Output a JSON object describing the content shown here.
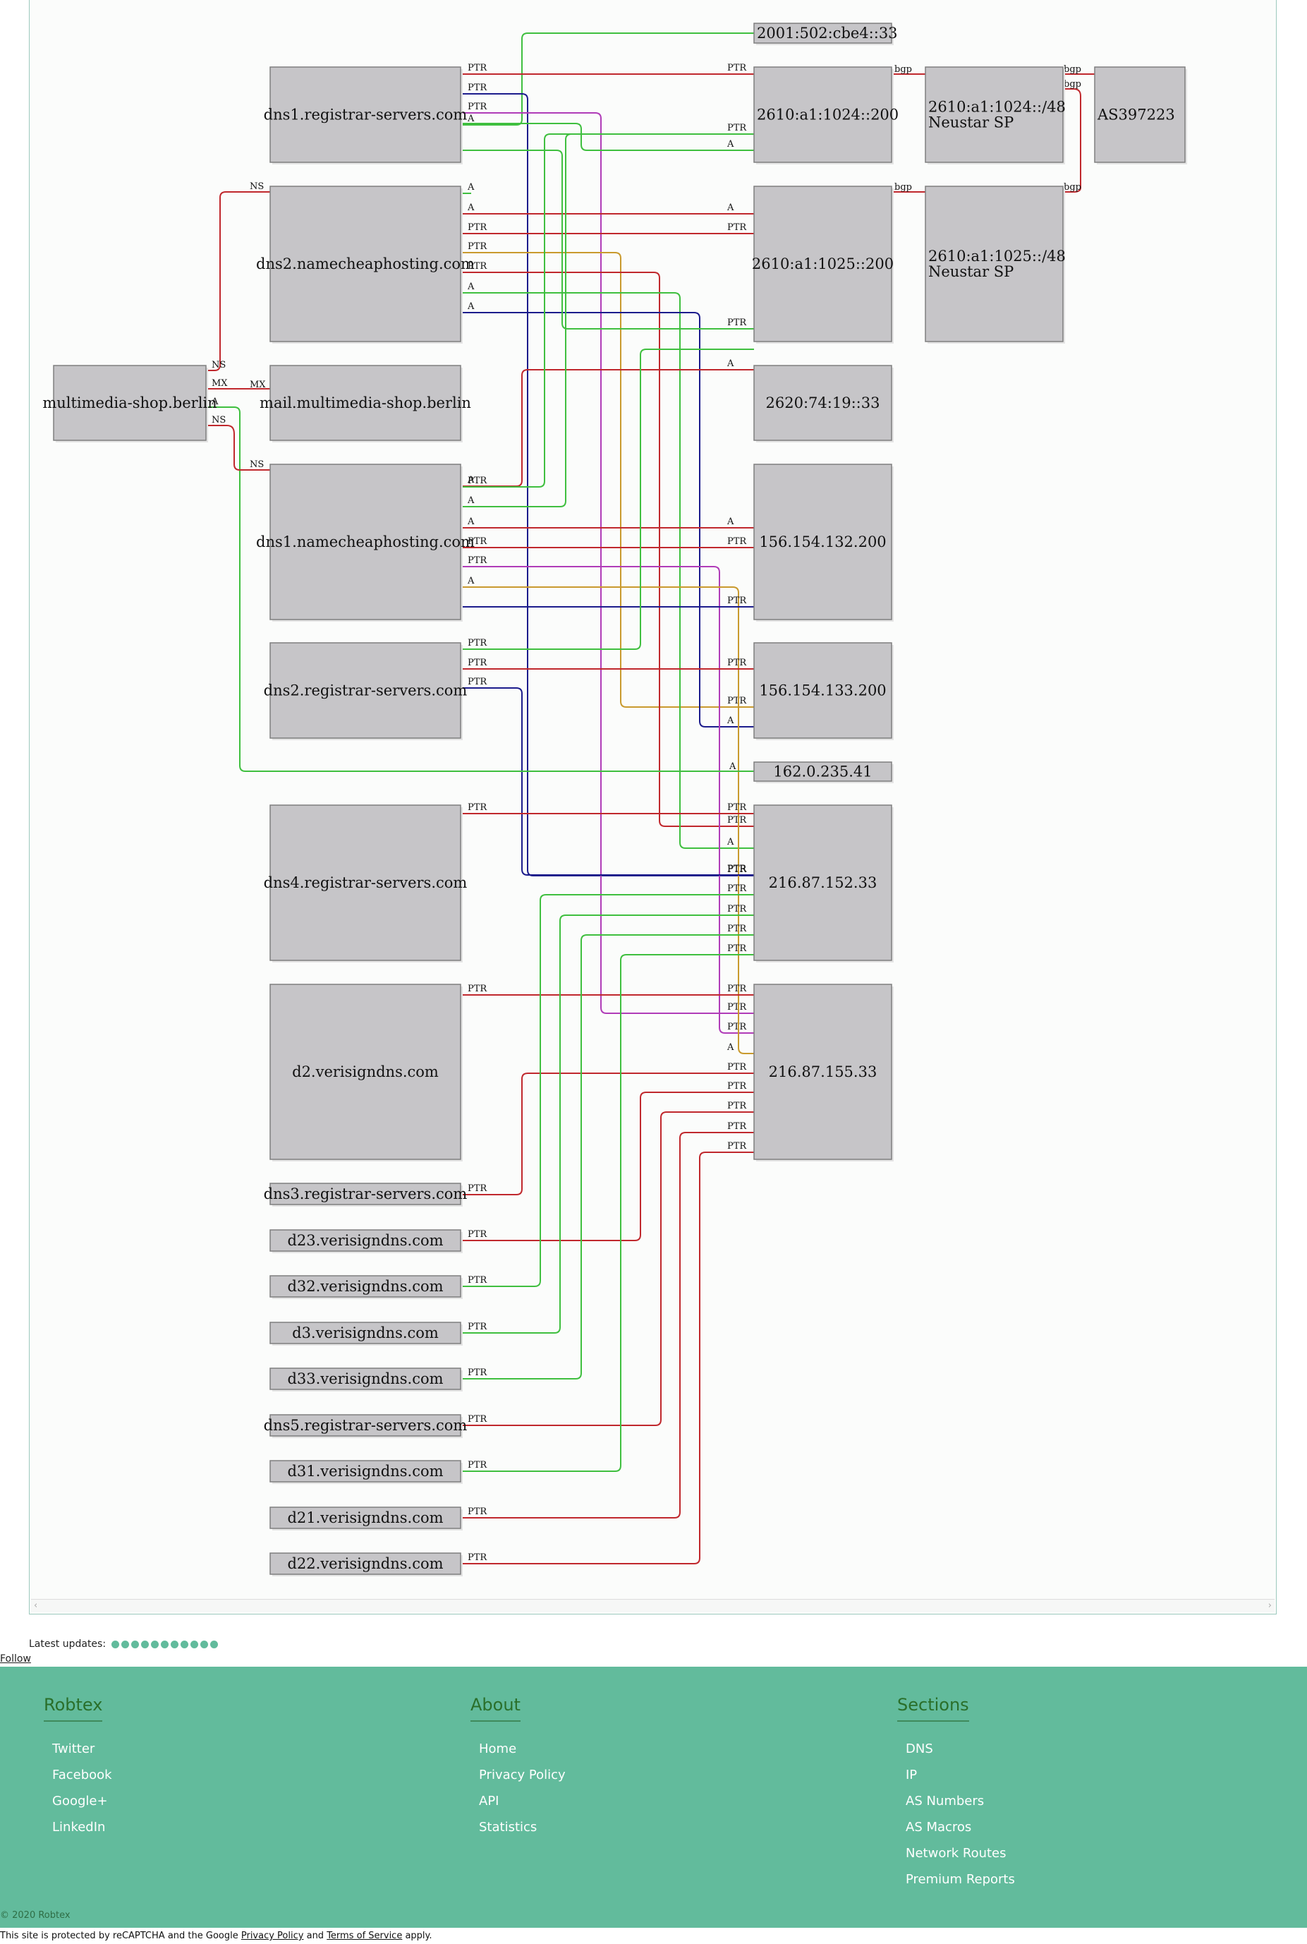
{
  "graph": {
    "nodes": [
      {
        "id": "n-2001",
        "label": "2001:502:cbe4::33"
      },
      {
        "id": "n-dns1rs",
        "label": "dns1.registrar-servers.com"
      },
      {
        "id": "n-2610-1024-200",
        "label": "2610:a1:1024::200"
      },
      {
        "id": "n-2610-1024-48",
        "label": "2610:a1:1024::/48",
        "sub": "Neustar SP"
      },
      {
        "id": "n-as",
        "label": "AS397223"
      },
      {
        "id": "n-dns2nc",
        "label": "dns2.namecheaphosting.com"
      },
      {
        "id": "n-2610-1025-200",
        "label": "2610:a1:1025::200"
      },
      {
        "id": "n-2610-1025-48",
        "label": "2610:a1:1025::/48",
        "sub": "Neustar SP"
      },
      {
        "id": "n-ms",
        "label": "multimedia-shop.berlin"
      },
      {
        "id": "n-mail",
        "label": "mail.multimedia-shop.berlin"
      },
      {
        "id": "n-2620",
        "label": "2620:74:19::33"
      },
      {
        "id": "n-dns1nc",
        "label": "dns1.namecheaphosting.com"
      },
      {
        "id": "n-156-132",
        "label": "156.154.132.200"
      },
      {
        "id": "n-dns2rs",
        "label": "dns2.registrar-servers.com"
      },
      {
        "id": "n-156-133",
        "label": "156.154.133.200"
      },
      {
        "id": "n-162",
        "label": "162.0.235.41"
      },
      {
        "id": "n-dns4rs",
        "label": "dns4.registrar-servers.com"
      },
      {
        "id": "n-216-152",
        "label": "216.87.152.33"
      },
      {
        "id": "n-d2",
        "label": "d2.verisigndns.com"
      },
      {
        "id": "n-216-155",
        "label": "216.87.155.33"
      },
      {
        "id": "n-dns3rs",
        "label": "dns3.registrar-servers.com"
      },
      {
        "id": "n-d23",
        "label": "d23.verisigndns.com"
      },
      {
        "id": "n-d32",
        "label": "d32.verisigndns.com"
      },
      {
        "id": "n-d3",
        "label": "d3.verisigndns.com"
      },
      {
        "id": "n-d33",
        "label": "d33.verisigndns.com"
      },
      {
        "id": "n-dns5rs",
        "label": "dns5.registrar-servers.com"
      },
      {
        "id": "n-d31",
        "label": "d31.verisigndns.com"
      },
      {
        "id": "n-d21",
        "label": "d21.verisigndns.com"
      },
      {
        "id": "n-d22",
        "label": "d22.verisigndns.com"
      }
    ],
    "edge_labels": {
      "a": "A",
      "ptr": "PTR",
      "ns": "NS",
      "mx": "MX",
      "bgp": "bgp"
    },
    "colors": {
      "red": "#c0282d",
      "green": "#3fbf3f",
      "navy": "#1c1c8c",
      "magenta": "#b03cb8",
      "orange": "#c99a2e"
    }
  },
  "latest_updates_label": "Latest updates:",
  "follow_label": "Follow",
  "footer": {
    "columns": [
      {
        "title": "Robtex",
        "links": [
          "Twitter",
          "Facebook",
          "Google+",
          "LinkedIn"
        ]
      },
      {
        "title": "About",
        "links": [
          "Home",
          "Privacy Policy",
          "API",
          "Statistics"
        ]
      },
      {
        "title": "Sections",
        "links": [
          "DNS",
          "IP",
          "AS Numbers",
          "AS Macros",
          "Network Routes",
          "Premium Reports"
        ]
      }
    ],
    "copyright": "© 2020 Robtex"
  },
  "recaptcha": {
    "prefix": "This site is protected by reCAPTCHA and the Google ",
    "privacy": "Privacy Policy",
    "and": " and ",
    "terms": "Terms of Service",
    "suffix": " apply."
  }
}
